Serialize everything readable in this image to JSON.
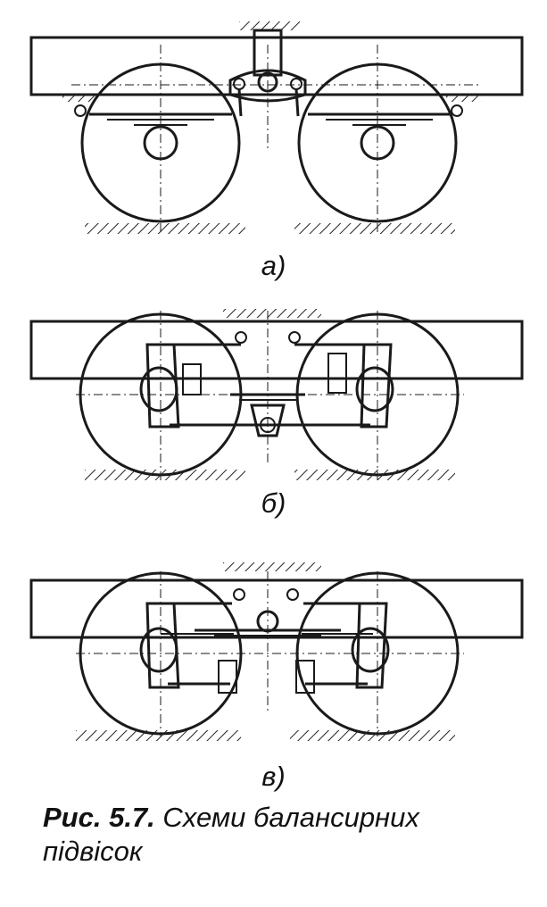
{
  "diagrams": [
    {
      "label": "а)"
    },
    {
      "label": "б)"
    },
    {
      "label": "в)"
    }
  ],
  "caption": {
    "number": "Рис. 5.7.",
    "text": "Схеми балансирних підвісок"
  }
}
